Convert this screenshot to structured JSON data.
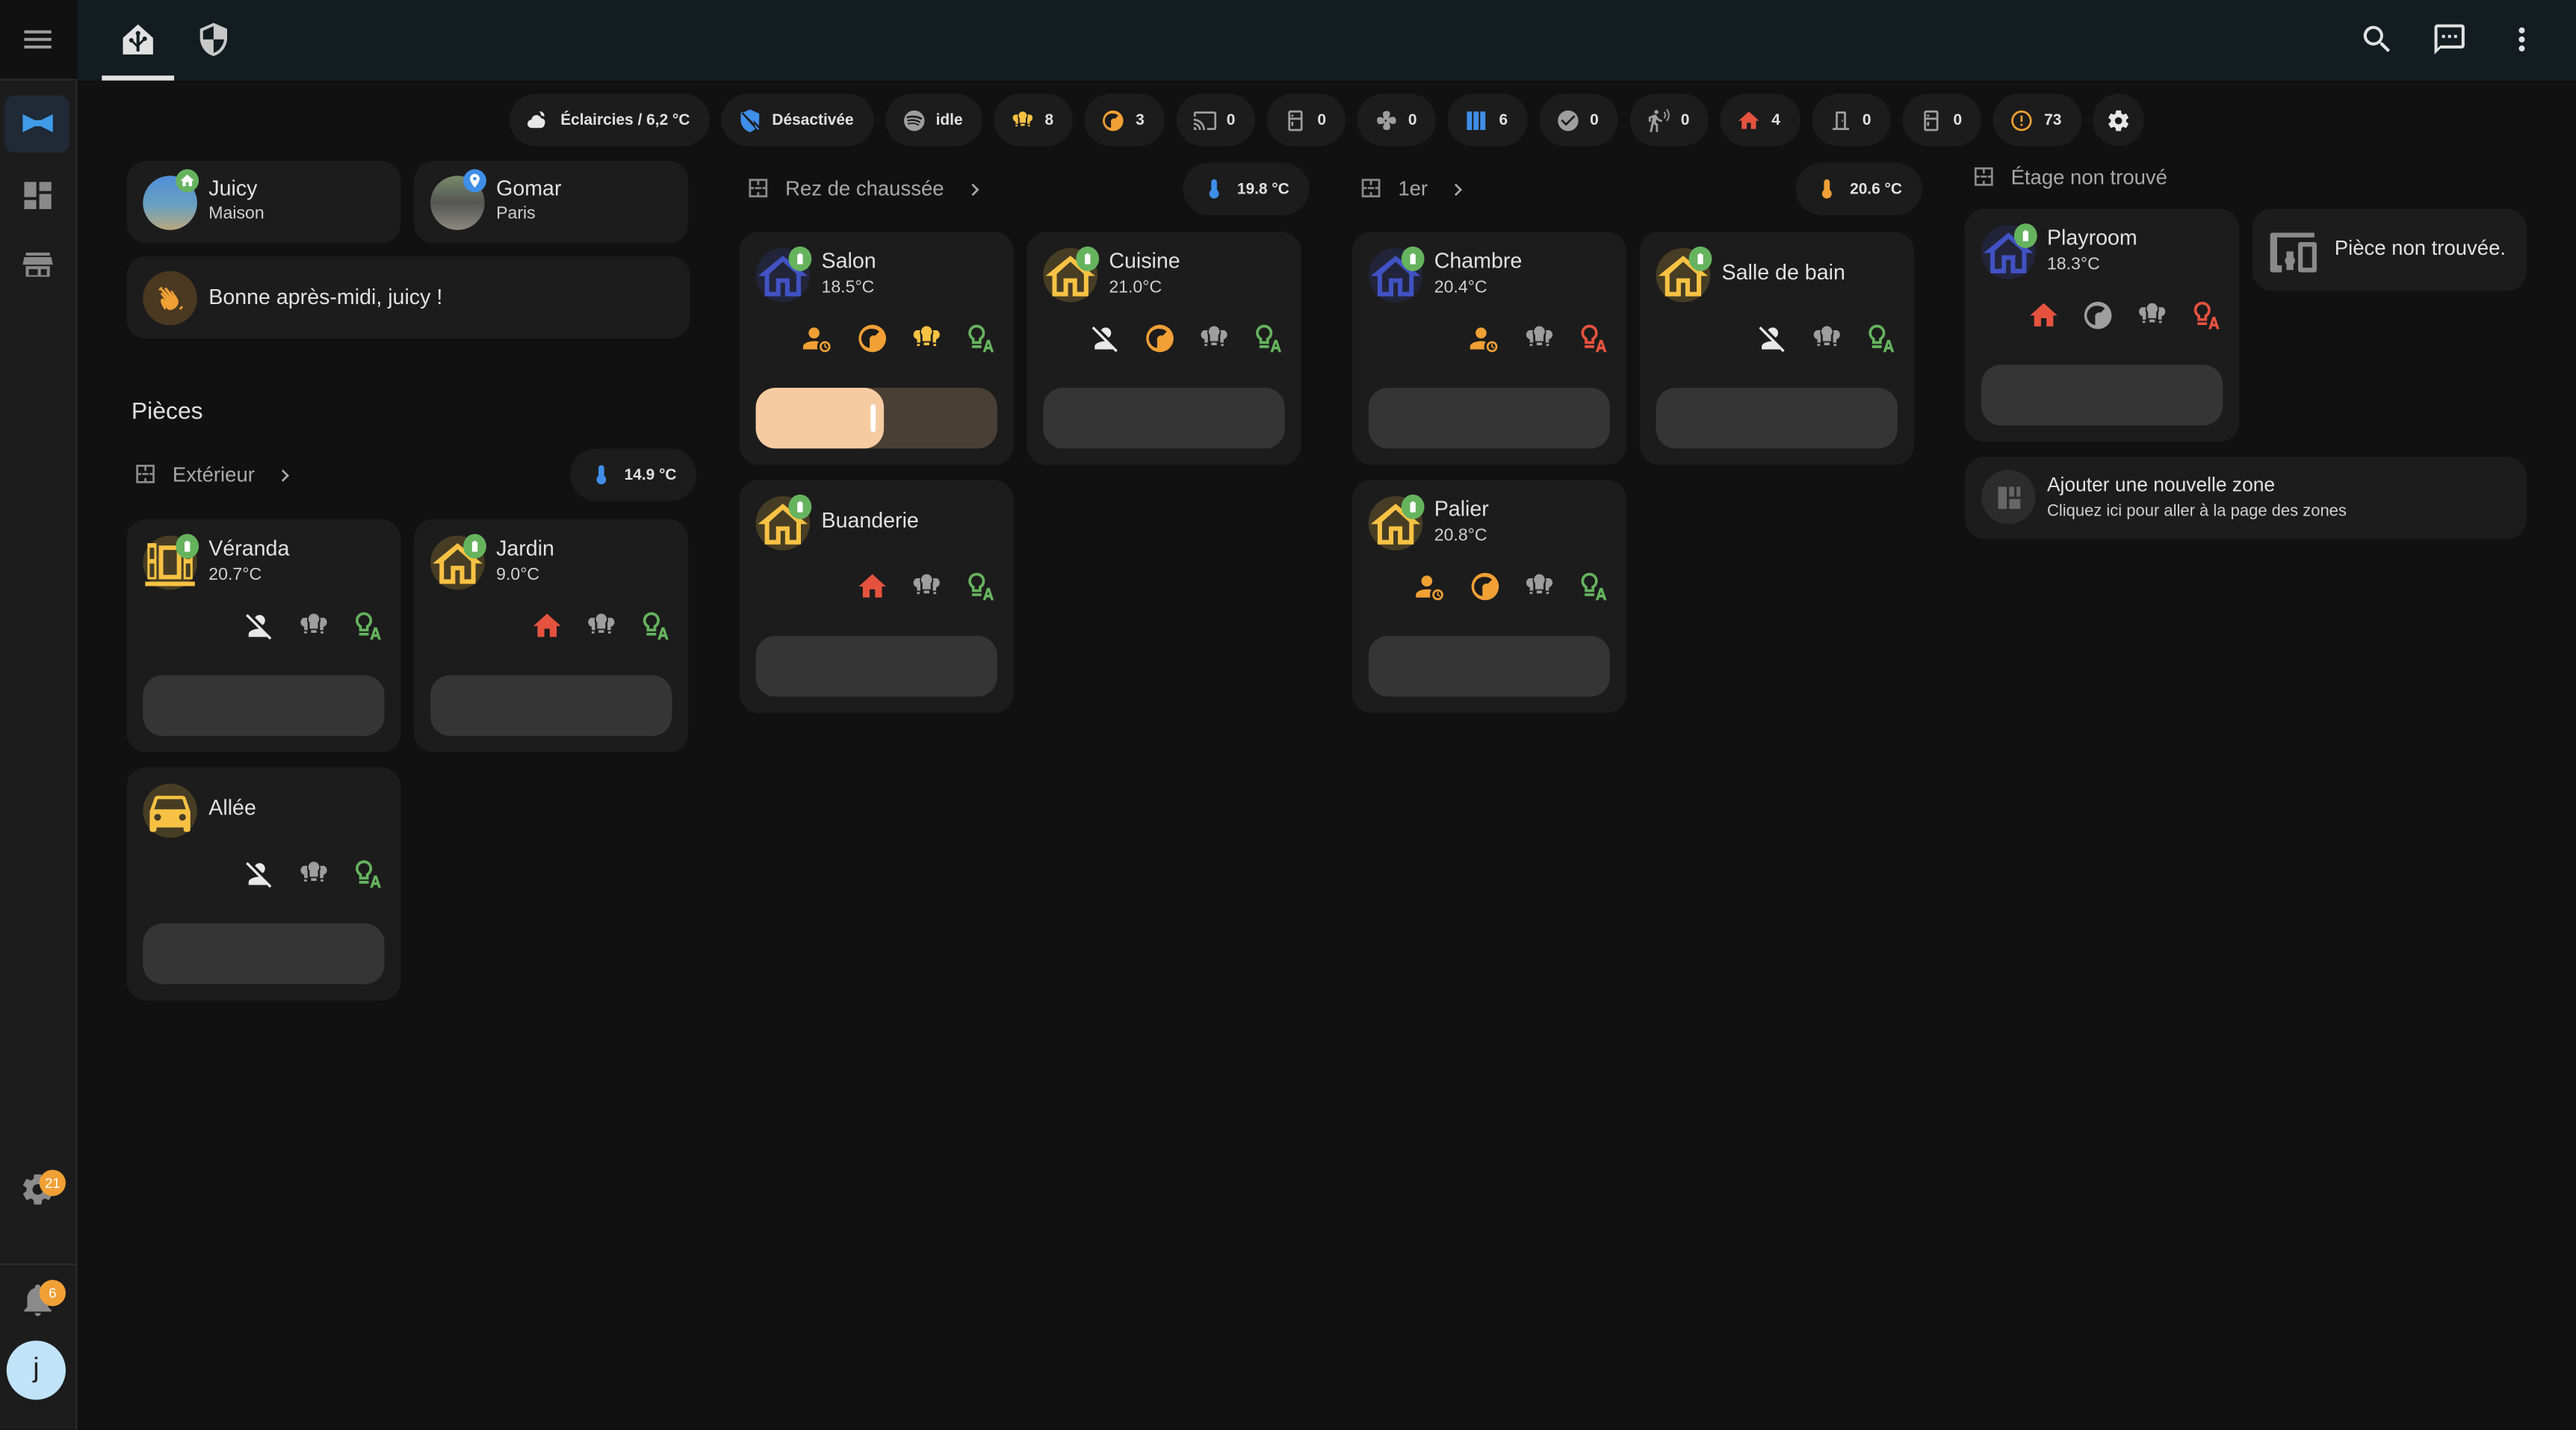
{
  "sidebar": {
    "items": [
      {
        "name": "map",
        "icon": "bowtie"
      },
      {
        "name": "overview",
        "icon": "view-dashboard"
      },
      {
        "name": "hacs",
        "icon": "store"
      }
    ],
    "settings_badge": "21",
    "notifications_badge": "6",
    "user_initial": "j"
  },
  "topbar": {
    "tabs": [
      {
        "icon": "home-assistant",
        "active": true
      },
      {
        "icon": "shield-half"
      }
    ]
  },
  "badges": [
    {
      "icon": "weather-partly-cloudy",
      "label": "Éclaircies / 6,2 °C",
      "color": "#e8e8e8"
    },
    {
      "icon": "shield-off",
      "label": "Désactivée",
      "color": "#3f8ee8"
    },
    {
      "icon": "spotify",
      "label": "idle",
      "color": "#9e9e9e"
    },
    {
      "icon": "lightbulb-group",
      "label": "8",
      "color": "#f7c244"
    },
    {
      "icon": "thermostat",
      "label": "3",
      "color": "#f0a035"
    },
    {
      "icon": "cast",
      "label": "0",
      "color": "#9e9e9e"
    },
    {
      "icon": "fridge",
      "label": "0",
      "color": "#9e9e9e"
    },
    {
      "icon": "fan",
      "label": "0",
      "color": "#9e9e9e"
    },
    {
      "icon": "blinds",
      "label": "6",
      "color": "#3f8ee8"
    },
    {
      "icon": "check-circle",
      "label": "0",
      "color": "#9e9e9e"
    },
    {
      "icon": "motion-sensor",
      "label": "0",
      "color": "#9e9e9e"
    },
    {
      "icon": "home",
      "label": "4",
      "color": "#e5533f"
    },
    {
      "icon": "door",
      "label": "0",
      "color": "#9e9e9e"
    },
    {
      "icon": "fridge",
      "label": "0",
      "color": "#9e9e9e"
    },
    {
      "icon": "alert-circle-outline",
      "label": "73",
      "color": "#f0a035"
    },
    {
      "icon": "cog",
      "label": "",
      "color": "#e8e8e8"
    }
  ],
  "persons": [
    {
      "name": "Juicy",
      "state": "Maison",
      "badge_color": "#66b35e",
      "badge_icon": "home"
    },
    {
      "name": "Gomar",
      "state": "Paris",
      "badge_color": "#3f8ee8",
      "badge_icon": "map-marker"
    }
  ],
  "greeting": "Bonne après-midi, juicy !",
  "rooms_title": "Pièces",
  "floors": [
    {
      "name": "Extérieur",
      "temp": "14.9 °C",
      "temp_color": "#3f8ee8",
      "rooms": [
        {
          "name": "Véranda",
          "temp": "20.7°C",
          "icon": "veranda",
          "color": "#f7c244",
          "battery": true,
          "chips": [
            [
              "account-off",
              "#e8e8e8"
            ],
            [
              "lightbulb-group",
              "#9e9e9e"
            ],
            [
              "lightbulb-auto",
              "#66b35e"
            ]
          ]
        },
        {
          "name": "Jardin",
          "temp": "9.0°C",
          "icon": "home-outline",
          "color": "#f7c244",
          "battery": true,
          "chips": [
            [
              "home",
              "#e5533f"
            ],
            [
              "lightbulb-group",
              "#9e9e9e"
            ],
            [
              "lightbulb-auto",
              "#66b35e"
            ]
          ]
        },
        {
          "name": "Allée",
          "temp": "",
          "icon": "car",
          "color": "#f7c244",
          "battery": false,
          "chips": [
            [
              "account-off",
              "#e8e8e8"
            ],
            [
              "lightbulb-group",
              "#9e9e9e"
            ],
            [
              "lightbulb-auto",
              "#66b35e"
            ]
          ]
        }
      ]
    },
    {
      "name": "Rez de chaussée",
      "temp": "19.8 °C",
      "temp_color": "#3f8ee8",
      "rooms": [
        {
          "name": "Salon",
          "temp": "18.5°C",
          "icon": "home-outline",
          "color": "#4152c4",
          "battery": true,
          "slider": 0.53,
          "chips": [
            [
              "account-clock",
              "#f0a035"
            ],
            [
              "thermostat",
              "#f0a035"
            ],
            [
              "lightbulb-group",
              "#f7c244"
            ],
            [
              "lightbulb-auto",
              "#66b35e"
            ]
          ]
        },
        {
          "name": "Cuisine",
          "temp": "21.0°C",
          "icon": "home-outline",
          "color": "#f7c244",
          "battery": true,
          "chips": [
            [
              "account-off",
              "#e8e8e8"
            ],
            [
              "thermostat",
              "#f0a035"
            ],
            [
              "lightbulb-group",
              "#9e9e9e"
            ],
            [
              "lightbulb-auto",
              "#66b35e"
            ]
          ]
        },
        {
          "name": "Buanderie",
          "temp": "",
          "icon": "home-outline",
          "color": "#f7c244",
          "battery": true,
          "chips": [
            [
              "home",
              "#e5533f"
            ],
            [
              "lightbulb-group",
              "#9e9e9e"
            ],
            [
              "lightbulb-auto",
              "#66b35e"
            ]
          ]
        }
      ]
    },
    {
      "name": "1er",
      "temp": "20.6 °C",
      "temp_color": "#f0a035",
      "rooms": [
        {
          "name": "Chambre",
          "temp": "20.4°C",
          "icon": "home-outline",
          "color": "#4152c4",
          "battery": true,
          "chips": [
            [
              "account-clock",
              "#f0a035"
            ],
            [
              "lightbulb-group",
              "#9e9e9e"
            ],
            [
              "lightbulb-auto",
              "#e5533f"
            ]
          ]
        },
        {
          "name": "Salle de bain",
          "temp": "",
          "icon": "home-outline",
          "color": "#f7c244",
          "battery": true,
          "chips": [
            [
              "account-off",
              "#e8e8e8"
            ],
            [
              "lightbulb-group",
              "#9e9e9e"
            ],
            [
              "lightbulb-auto",
              "#66b35e"
            ]
          ]
        },
        {
          "name": "Palier",
          "temp": "20.8°C",
          "icon": "home-outline",
          "color": "#f7c244",
          "battery": true,
          "chips": [
            [
              "account-clock",
              "#f0a035"
            ],
            [
              "thermostat",
              "#f0a035"
            ],
            [
              "lightbulb-group",
              "#9e9e9e"
            ],
            [
              "lightbulb-auto",
              "#66b35e"
            ]
          ]
        }
      ]
    },
    {
      "name": "Étage non trouvé",
      "rooms": [
        {
          "name": "Playroom",
          "temp": "18.3°C",
          "icon": "home-outline",
          "color": "#4152c4",
          "battery": true,
          "chips": [
            [
              "home",
              "#e5533f"
            ],
            [
              "thermostat",
              "#9e9e9e"
            ],
            [
              "lightbulb-group",
              "#9e9e9e"
            ],
            [
              "lightbulb-auto",
              "#e5533f"
            ]
          ]
        }
      ]
    }
  ],
  "room_not_found": "Pièce non trouvée.",
  "add_zone": {
    "title": "Ajouter une nouvelle zone",
    "subtitle": "Cliquez ici pour aller à la page des zones"
  }
}
